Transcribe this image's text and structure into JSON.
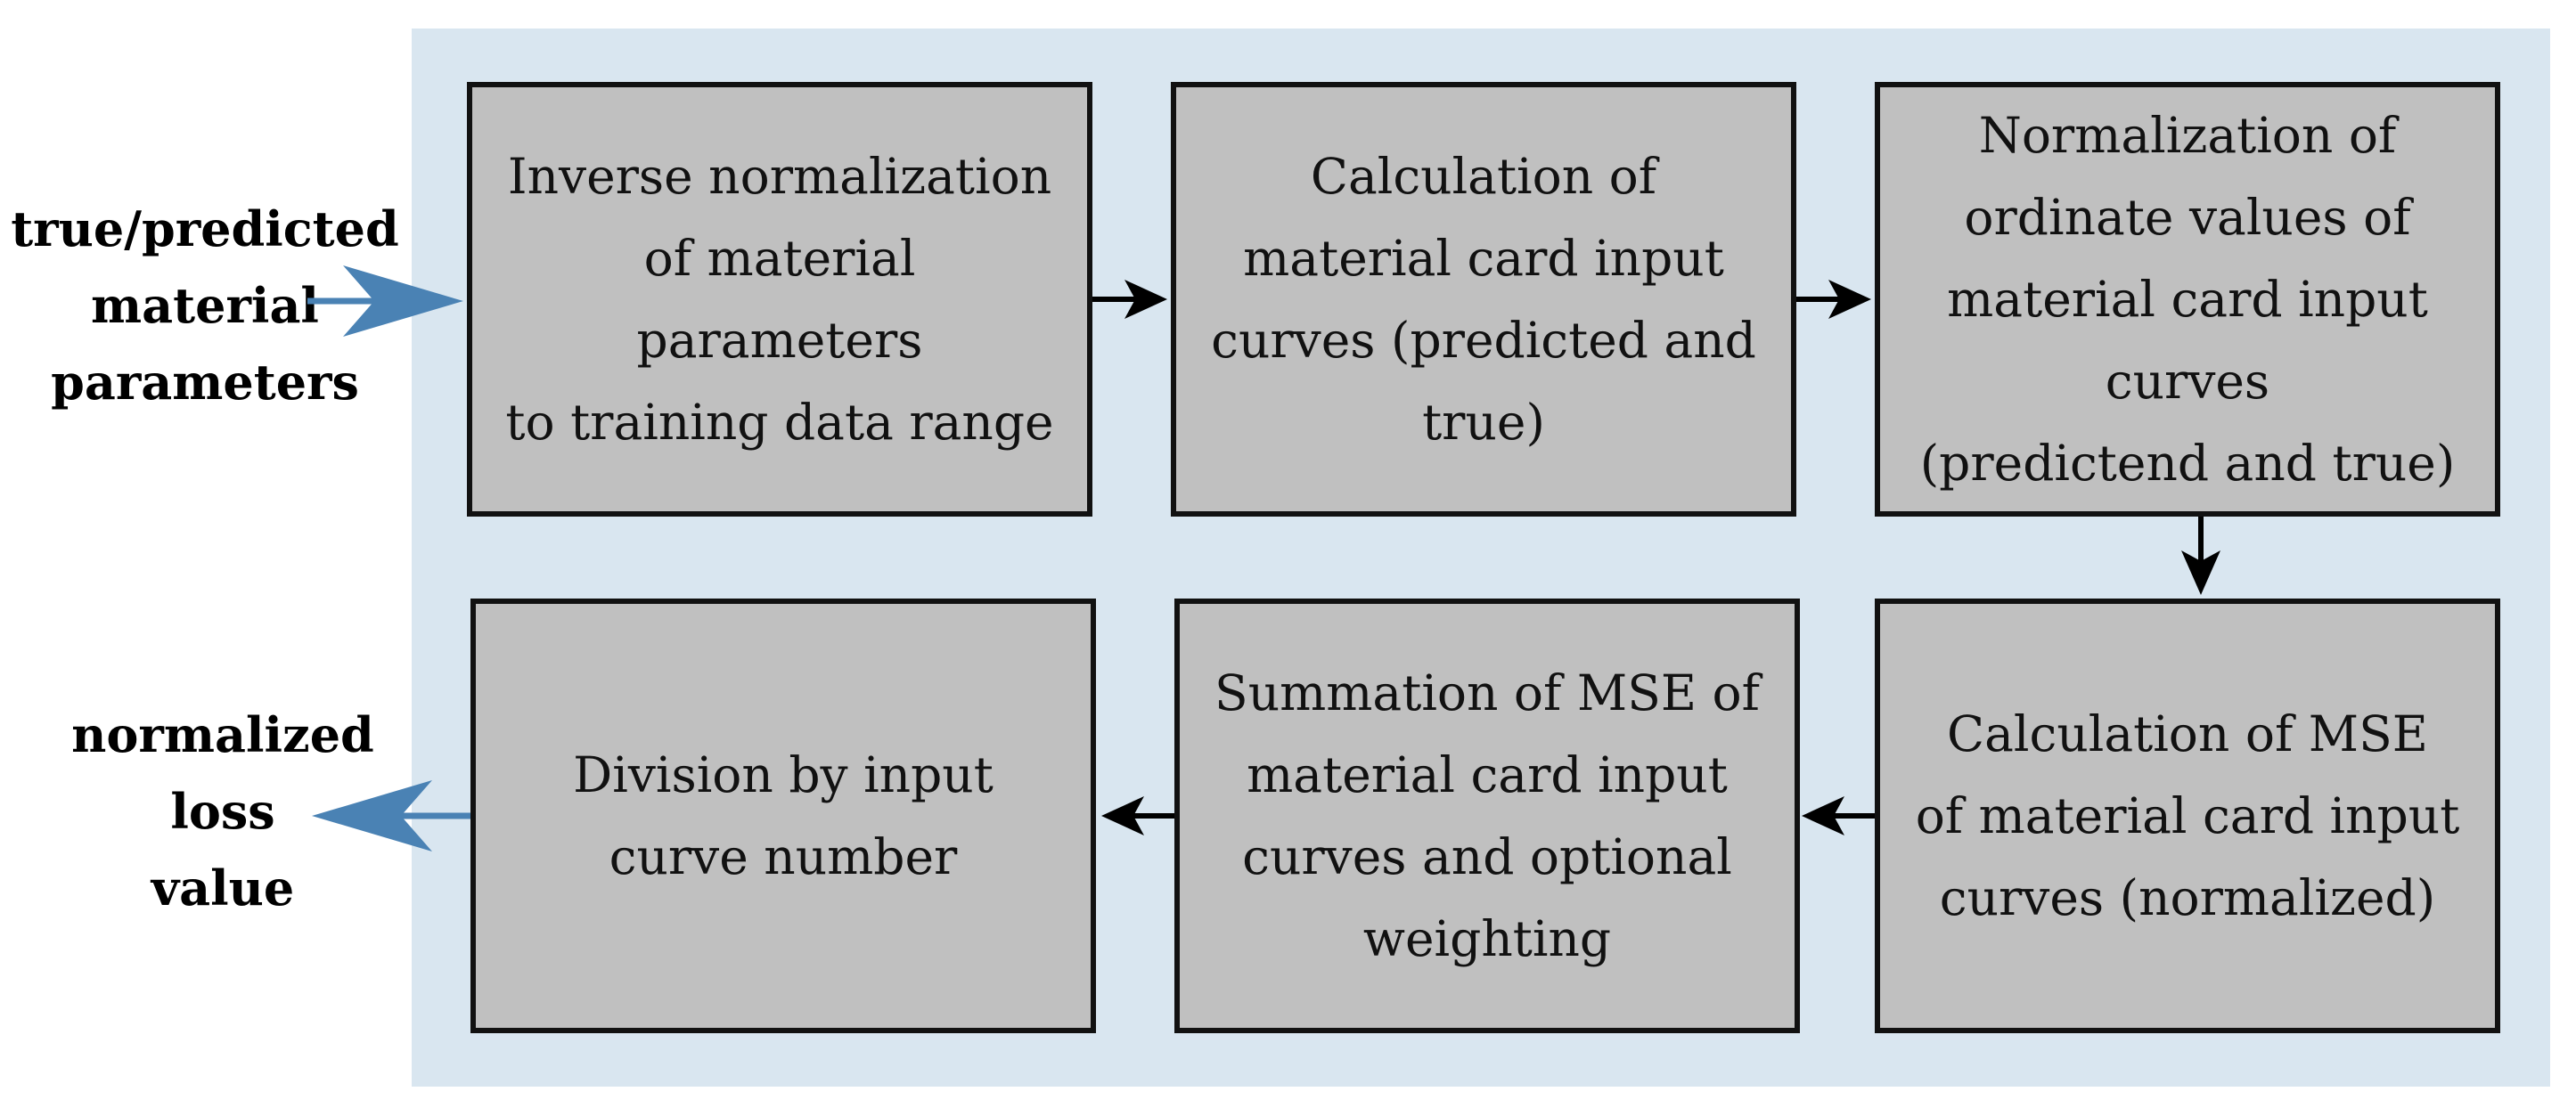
{
  "input_label": "true/predicted\nmaterial\nparameters",
  "output_label": "normalized\nloss\nvalue",
  "steps": [
    {
      "id": "step-1",
      "text": "Inverse normalization\nof material parameters\nto training data range"
    },
    {
      "id": "step-2",
      "text": "Calculation of\nmaterial card input\ncurves (predicted and\ntrue)"
    },
    {
      "id": "step-3",
      "text": "Normalization of\nordinate values of\nmaterial card input\ncurves\n(predictend and true)"
    },
    {
      "id": "step-4",
      "text": "Calculation of MSE\nof material card input\ncurves (normalized)"
    },
    {
      "id": "step-5",
      "text": "Summation of MSE of\nmaterial card input\ncurves and optional\nweighting"
    },
    {
      "id": "step-6",
      "text": "Division by input\ncurve number"
    }
  ],
  "colors": {
    "panel": "#d9e6f0",
    "box_fill": "#c0c0c0",
    "box_border": "#111111",
    "io_arrow": "#4a82b4",
    "flow_arrow": "#000000"
  }
}
